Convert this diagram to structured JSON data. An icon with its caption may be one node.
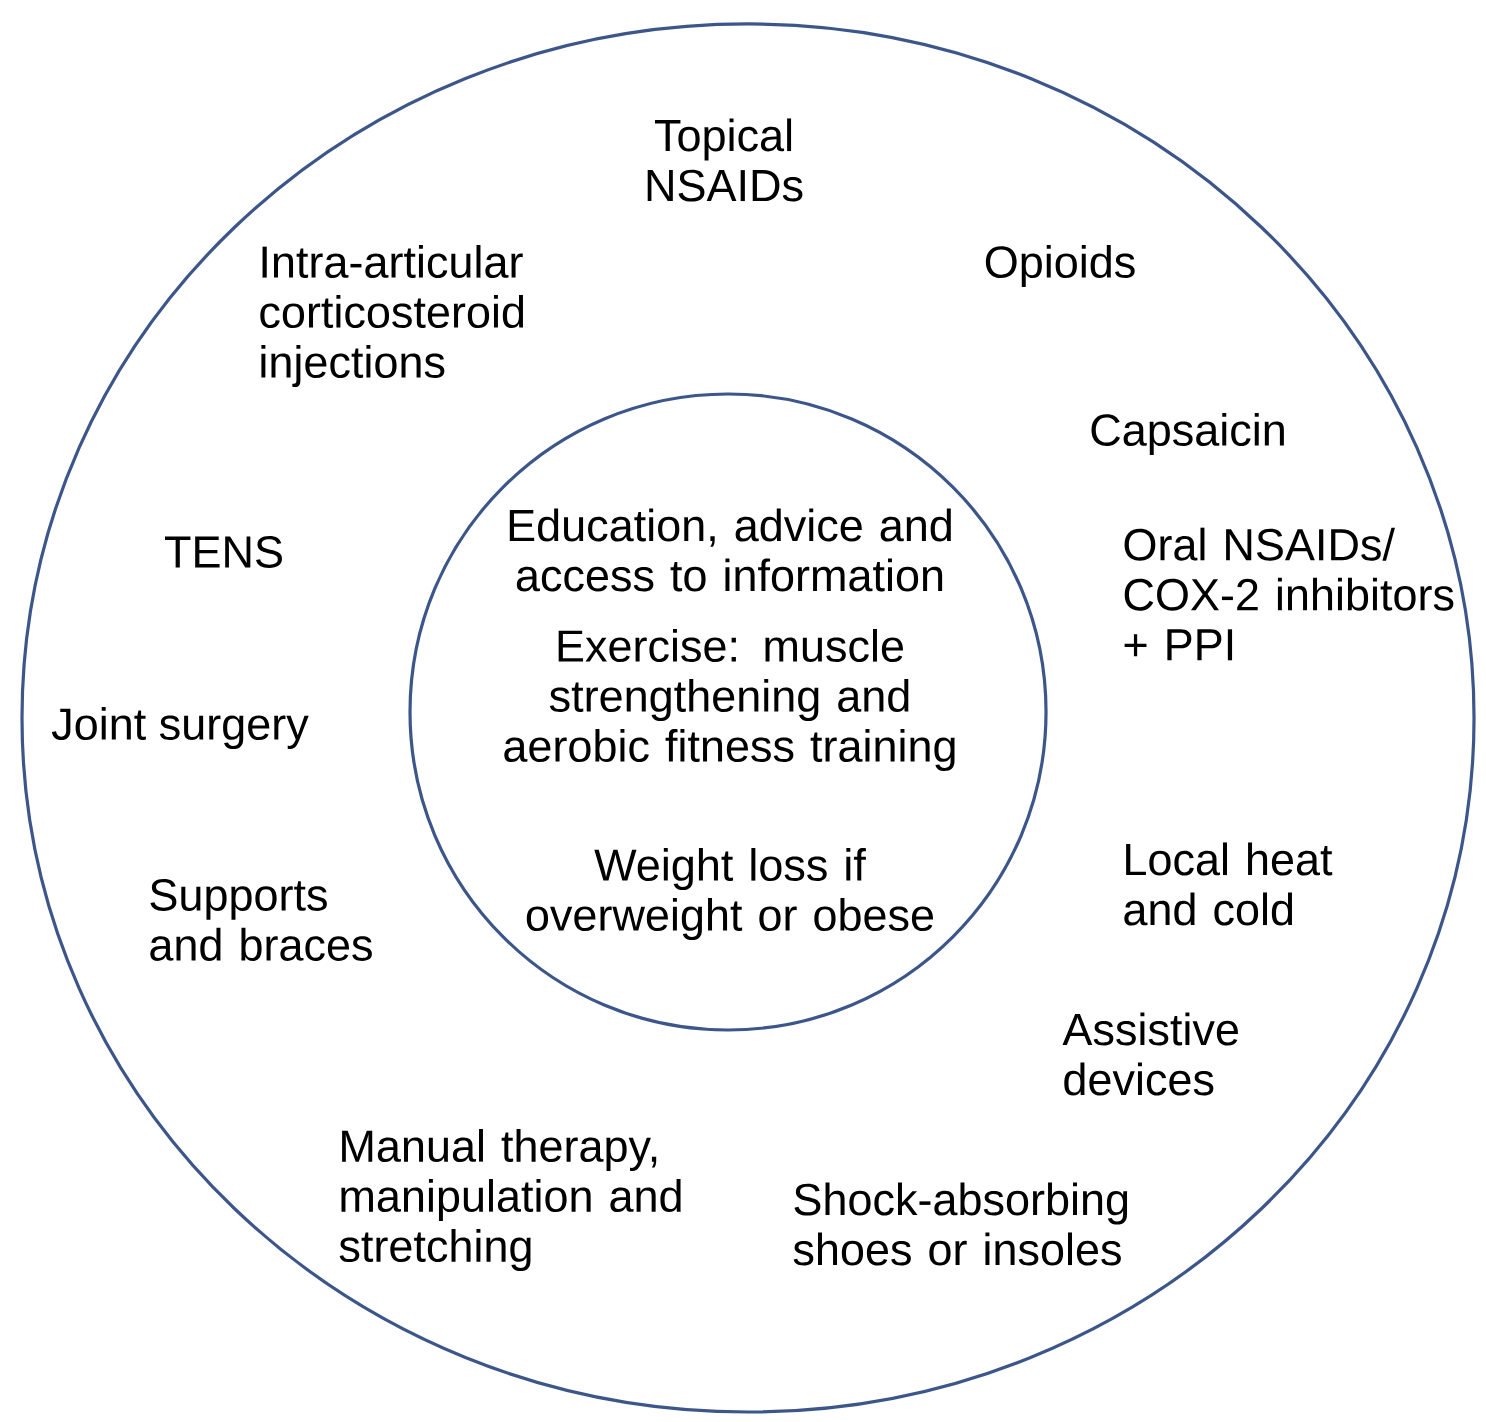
{
  "diagram": {
    "nodes": [
      {
        "text": [
          "Topical NSAIDs",
          "Intra-articular corticosteroid injections",
          "Opioids",
          "Capsaicin",
          "TENS",
          "Oral NSAIDs/ COX-2 inhibitors + PPI",
          "Joint surgery",
          "Supports and braces",
          "Local heat and cold",
          "Assistive devices",
          "Manual therapy, manipulation and stretching",
          "Shock-absorbing shoes or insoles"
        ]
      },
      {
        "text": [
          "Education, advice and access to information",
          "Exercise: muscle strengthening and aerobic fitness training",
          "Weight loss if overweight or obese"
        ],
        "in": 0
      }
    ]
  }
}
